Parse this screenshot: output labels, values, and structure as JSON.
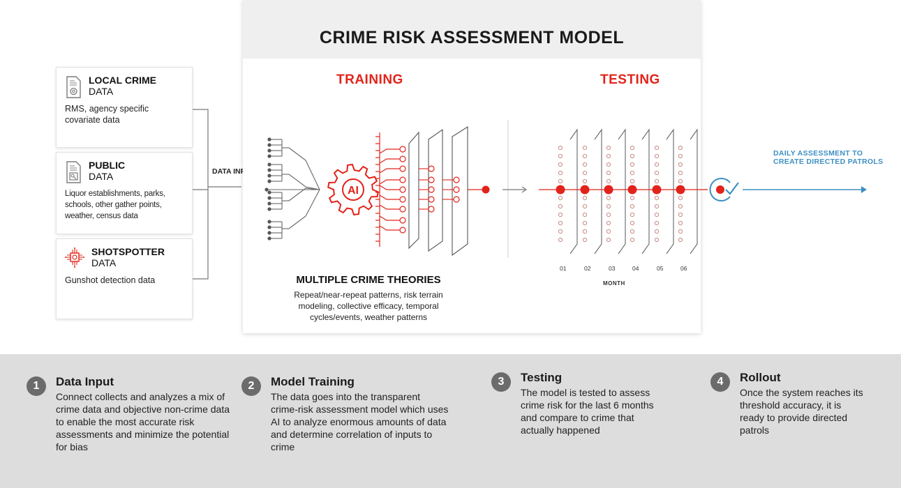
{
  "model": {
    "title": "CRIME RISK ASSESSMENT MODEL",
    "training_title": "TRAINING",
    "testing_title": "TESTING",
    "ai_label": "AI",
    "theories_title": "MULTIPLE CRIME THEORIES",
    "theories_desc": "Repeat/near-repeat patterns, risk terrain modeling, collective efficacy, temporal cycles/events, weather patterns",
    "month_axis_label": "MONTH",
    "months": [
      "01",
      "02",
      "03",
      "04",
      "05",
      "06"
    ]
  },
  "sources": [
    {
      "title": "LOCAL CRIME",
      "subtitle": "DATA",
      "icon": "document-icon",
      "desc": "RMS, agency specific covariate data"
    },
    {
      "title": "PUBLIC",
      "subtitle": "DATA",
      "icon": "report-icon",
      "desc": "Liquor establishments, parks, schools, other gather points, weather, census data"
    },
    {
      "title": "SHOTSPOTTER",
      "subtitle": "DATA",
      "icon": "chip-icon",
      "desc": "Gunshot detection data"
    }
  ],
  "data_input_label": "DATA INPUT",
  "output_label": "DAILY ASSESSMENT TO CREATE DIRECTED PATROLS",
  "steps": [
    {
      "num": "1",
      "title": "Data Input",
      "text": "Connect collects and analyzes a mix of crime data and objective non-crime data to enable the most accurate risk assessments and minimize the potential for bias"
    },
    {
      "num": "2",
      "title": "Model Training",
      "text": "The data goes into the transparent crime-risk assessment model which uses AI to analyze enormous amounts of data and determine correlation of inputs to crime"
    },
    {
      "num": "3",
      "title": "Testing",
      "text": "The model is tested to assess crime risk for the last 6 months and compare to crime that actually happened"
    },
    {
      "num": "4",
      "title": "Rollout",
      "text": "Once the system reaches its threshold accuracy, it is ready to provide directed patrols"
    }
  ],
  "colors": {
    "accent_red": "#e2231a",
    "accent_blue": "#3d8fc3",
    "gray_dark": "#6b6b6b"
  }
}
